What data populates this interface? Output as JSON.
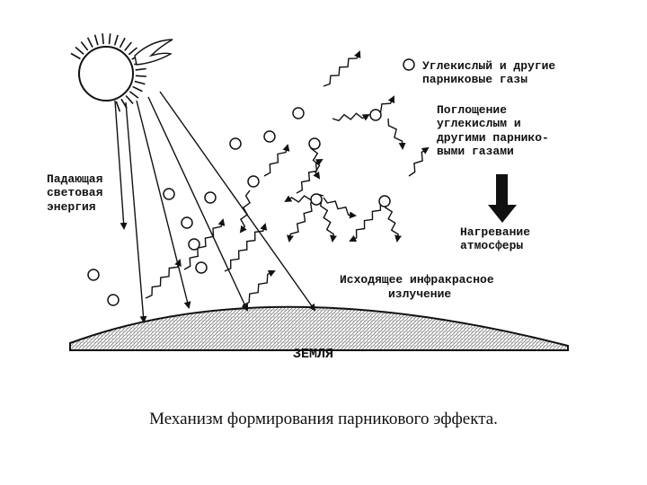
{
  "labels": {
    "gases_line1": "Углекислый и другие",
    "gases_line2": "парниковые газы",
    "absorption_line1": "Поглощение",
    "absorption_line2": "углекислым и",
    "absorption_line3": "другими парнико-",
    "absorption_line4": "выми газами",
    "incident_line1": "Падающая",
    "incident_line2": "световая",
    "incident_line3": "энергия",
    "heating_line1": "Нагревание",
    "heating_line2": "атмосферы",
    "outgoing_line1": "Исходящее инфракрасное",
    "outgoing_line2": "излучение",
    "earth": "ЗЕМЛЯ"
  },
  "caption": "Механизм формирования парникового эффекта.",
  "colors": {
    "ink": "#111111",
    "paper": "#ffffff"
  }
}
